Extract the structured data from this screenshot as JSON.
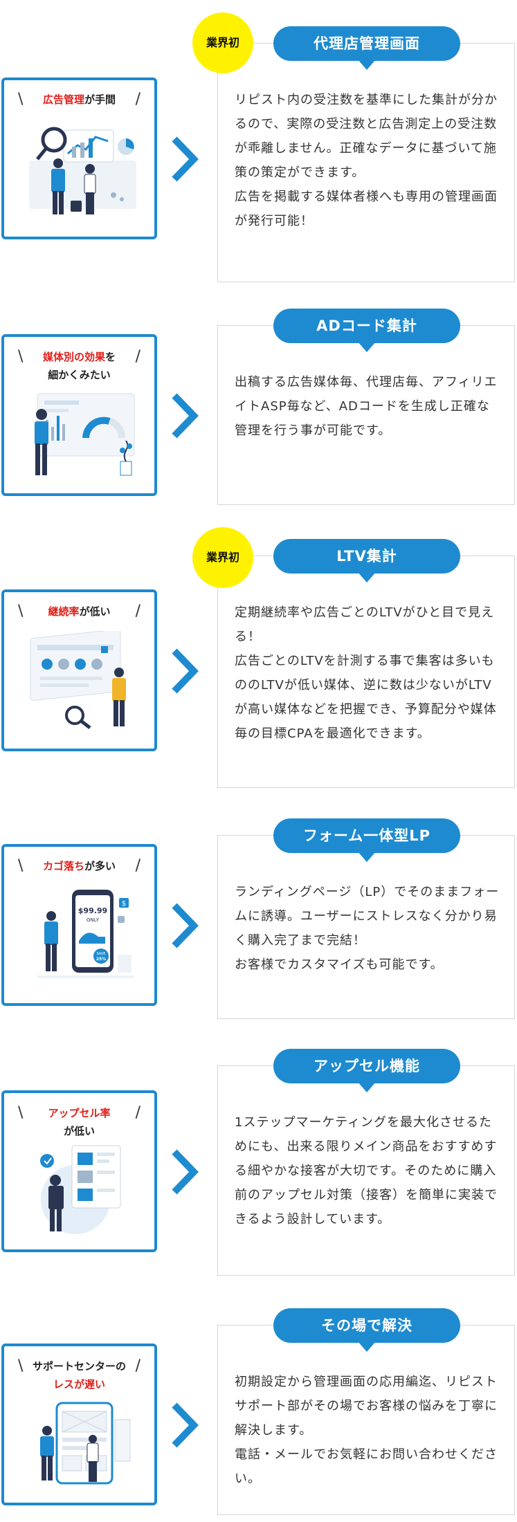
{
  "colors": {
    "accent": "#1e8bd0",
    "frame": "#1d89cf",
    "highlight": "#e0201b",
    "badge": "#fff200"
  },
  "badge_label": "業界初",
  "features": [
    {
      "problem": {
        "highlight": "広告管理",
        "rest": "が手間",
        "line2": ""
      },
      "heading": "代理店管理画面",
      "has_badge": true,
      "description": "リピスト内の受注数を基準にした集計が分かるので、実際の受注数と広告測定上の受注数が乖離しません。正確なデータに基づいて施策の策定ができます。\n広告を掲載する媒体者様へも専用の管理画面が発行可能！"
    },
    {
      "problem": {
        "highlight": "媒体別の効果",
        "rest": "を",
        "line2": "細かくみたい"
      },
      "heading": "ADコード集計",
      "has_badge": false,
      "description": "出稿する広告媒体毎、代理店毎、アフィリエイトASP毎など、ADコードを生成し正確な管理を行う事が可能です。"
    },
    {
      "problem": {
        "highlight": "継続率",
        "rest": "が低い",
        "line2": ""
      },
      "heading": "LTV集計",
      "has_badge": true,
      "description": "定期継続率や広告ごとのLTVがひと目で見える！\n広告ごとのLTVを計測する事で集客は多いもののLTVが低い媒体、逆に数は少ないがLTVが高い媒体などを把握でき、予算配分や媒体毎の目標CPAを最適化できます。"
    },
    {
      "problem": {
        "highlight": "カゴ落ち",
        "rest": "が多い",
        "line2": ""
      },
      "heading": "フォーム一体型LP",
      "has_badge": false,
      "description": "ランディングページ（LP）でそのままフォームに誘導。ユーザーにストレスなく分かり易く購入完了まで完結！\nお客様でカスタマイズも可能です。"
    },
    {
      "problem": {
        "highlight": "アップセル率",
        "rest": "",
        "line2": "が低い"
      },
      "heading": "アップセル機能",
      "has_badge": false,
      "description": "1ステップマーケティングを最大化させるためにも、出来る限りメイン商品をおすすめする細やかな接客が大切です。そのために購入前のアップセル対策（接客）を簡単に実装できるよう設計しています。"
    },
    {
      "problem": {
        "plain": "サポートセンターの",
        "highlight": "レスが遅い",
        "rest": ""
      },
      "heading": "その場で解決",
      "has_badge": false,
      "description": "初期設定から管理画面の応用編迄、リピストサポート部がその場でお客様の悩みを丁寧に解決します。\n電話・メールでお気軽にお問い合わせください。"
    }
  ],
  "illustrations": {
    "phone_price": "$99.99",
    "phone_only": "ONLY",
    "phone_save": "SAVE",
    "phone_pct": "25%",
    "dollar": "$"
  }
}
